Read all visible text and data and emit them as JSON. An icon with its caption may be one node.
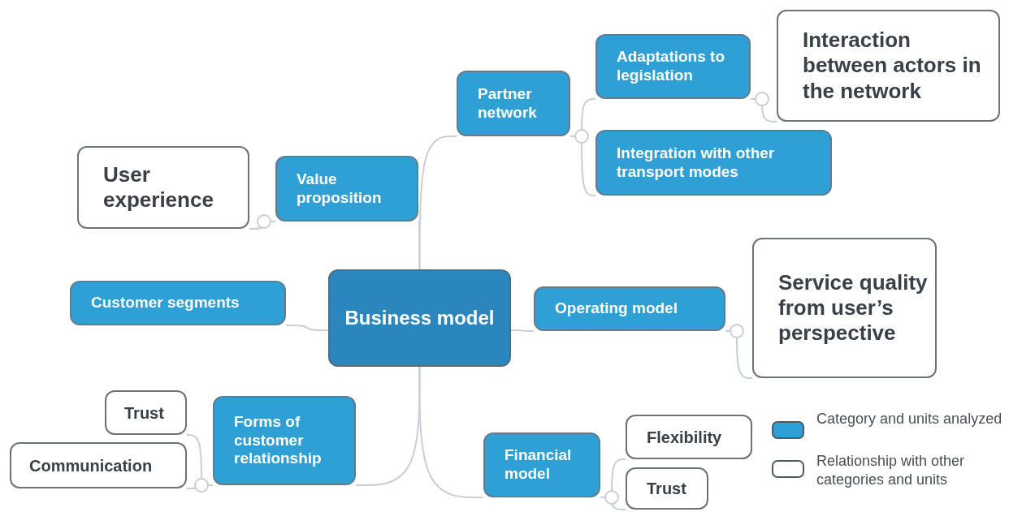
{
  "diagram": {
    "nodes": [
      {
        "text": [
          "Business model"
        ]
      },
      {
        "text": [
          "Partner network"
        ]
      },
      {
        "text": [
          "Adaptations to legislation"
        ]
      },
      {
        "text": [
          "Interaction between actors in the network"
        ]
      },
      {
        "text": [
          "Integration with other transport modes"
        ]
      },
      {
        "text": [
          "Value proposition"
        ]
      },
      {
        "text": [
          "User experience"
        ]
      },
      {
        "text": [
          "Customer segments"
        ]
      },
      {
        "text": [
          "Operating model"
        ]
      },
      {
        "text": [
          "Service quality from user’s perspective"
        ]
      },
      {
        "text": [
          "Forms of customer relationship"
        ]
      },
      {
        "text": [
          "Trust"
        ]
      },
      {
        "text": [
          "Communication"
        ]
      },
      {
        "text": [
          "Financial model"
        ]
      },
      {
        "text": [
          "Flexibility"
        ]
      },
      {
        "text": [
          "Trust"
        ]
      }
    ],
    "edges": [
      {
        "from": 0,
        "to": 1,
        "arrow": "none"
      },
      {
        "from": 1,
        "to": 2,
        "arrow": "none"
      },
      {
        "from": 2,
        "to": 3,
        "arrow": "none"
      },
      {
        "from": 1,
        "to": 4,
        "arrow": "none"
      },
      {
        "from": 0,
        "to": 5,
        "arrow": "none"
      },
      {
        "from": 5,
        "to": 6,
        "arrow": "none"
      },
      {
        "from": 0,
        "to": 7,
        "arrow": "none"
      },
      {
        "from": 0,
        "to": 8,
        "arrow": "none"
      },
      {
        "from": 8,
        "to": 9,
        "arrow": "none"
      },
      {
        "from": 0,
        "to": 10,
        "arrow": "none"
      },
      {
        "from": 10,
        "to": 11,
        "arrow": "none"
      },
      {
        "from": 10,
        "to": 12,
        "arrow": "none"
      },
      {
        "from": 0,
        "to": 13,
        "arrow": "none"
      },
      {
        "from": 13,
        "to": 14,
        "arrow": "none"
      },
      {
        "from": 13,
        "to": 15,
        "arrow": "none"
      }
    ],
    "legend": [
      {
        "text": "Category and units analyzed",
        "color": "#2fa0d6"
      },
      {
        "text": "Relationship with other categories and units",
        "color": "#ffffff"
      }
    ]
  }
}
